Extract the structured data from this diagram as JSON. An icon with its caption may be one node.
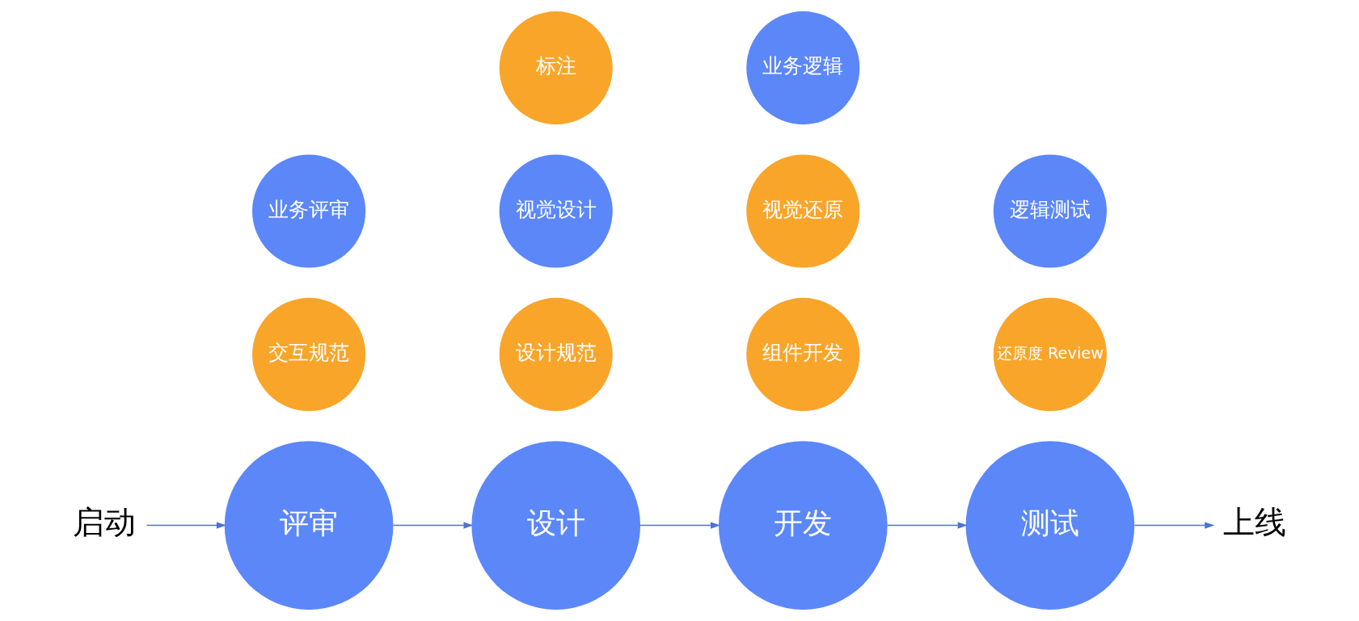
{
  "diagram": {
    "nodes": [
      {
        "text": [
          "启动"
        ]
      },
      {
        "text": [
          "交互规范"
        ]
      },
      {
        "text": [
          "业务评审"
        ]
      },
      {
        "text": [
          "评审"
        ]
      },
      {
        "text": [
          "设计规范"
        ]
      },
      {
        "text": [
          "视觉设计"
        ]
      },
      {
        "text": [
          "标注"
        ]
      },
      {
        "text": [
          "设计"
        ]
      },
      {
        "text": [
          "组件开发"
        ]
      },
      {
        "text": [
          "视觉还原"
        ]
      },
      {
        "text": [
          "业务逻辑"
        ]
      },
      {
        "text": [
          "开发"
        ]
      },
      {
        "text": [
          "还原度 Review"
        ]
      },
      {
        "text": [
          "逻辑测试"
        ]
      },
      {
        "text": [
          "测试"
        ]
      },
      {
        "text": [
          "上线"
        ]
      }
    ],
    "edges": [
      {
        "from": 0,
        "to": 3,
        "arrow": "to"
      },
      {
        "from": 3,
        "to": 7,
        "arrow": "to"
      },
      {
        "from": 7,
        "to": 11,
        "arrow": "to"
      },
      {
        "from": 11,
        "to": 14,
        "arrow": "to"
      },
      {
        "from": 14,
        "to": 15,
        "arrow": "to"
      }
    ]
  }
}
